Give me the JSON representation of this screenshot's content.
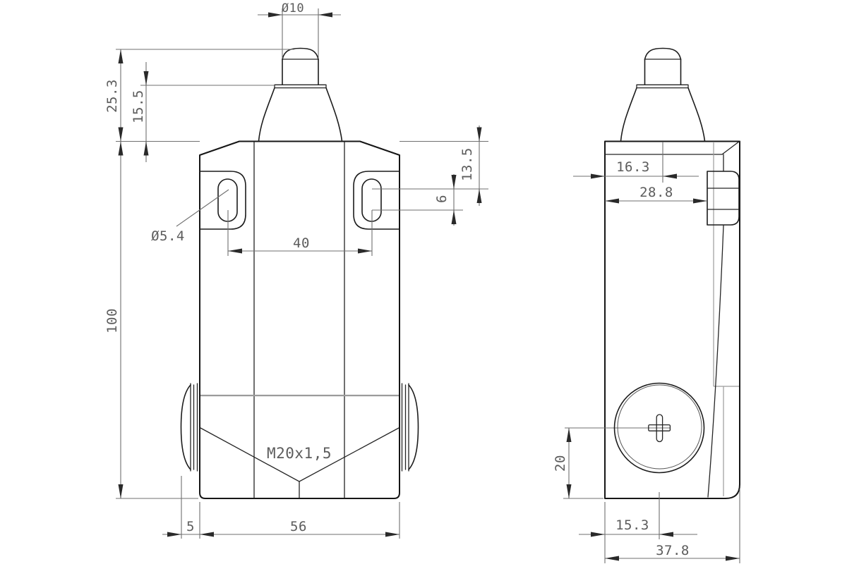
{
  "drawing": {
    "colors": {
      "object_line": "#161616",
      "dimension_line": "#6f6f6f",
      "text": "#5c5c5c",
      "background": "#ffffff"
    },
    "views": {
      "front": {
        "plunger_diameter": "Ø10",
        "plunger_height_total": "25.3",
        "plunger_height_upper": "15.5",
        "slot_center_from_top": "13.5",
        "slot_length": "6",
        "hole_spacing": "40",
        "hole_diameter": "Ø5.4",
        "body_height": "100",
        "conduit_thread": "M20x1,5",
        "gland_protrusion": "5",
        "body_width": "56"
      },
      "side": {
        "plunger_center_offset": "16.3",
        "depth_to_boss_face": "28.8",
        "gland_center_height": "20",
        "gland_center_offset": "15.3",
        "depth_total": "37.8"
      }
    }
  }
}
